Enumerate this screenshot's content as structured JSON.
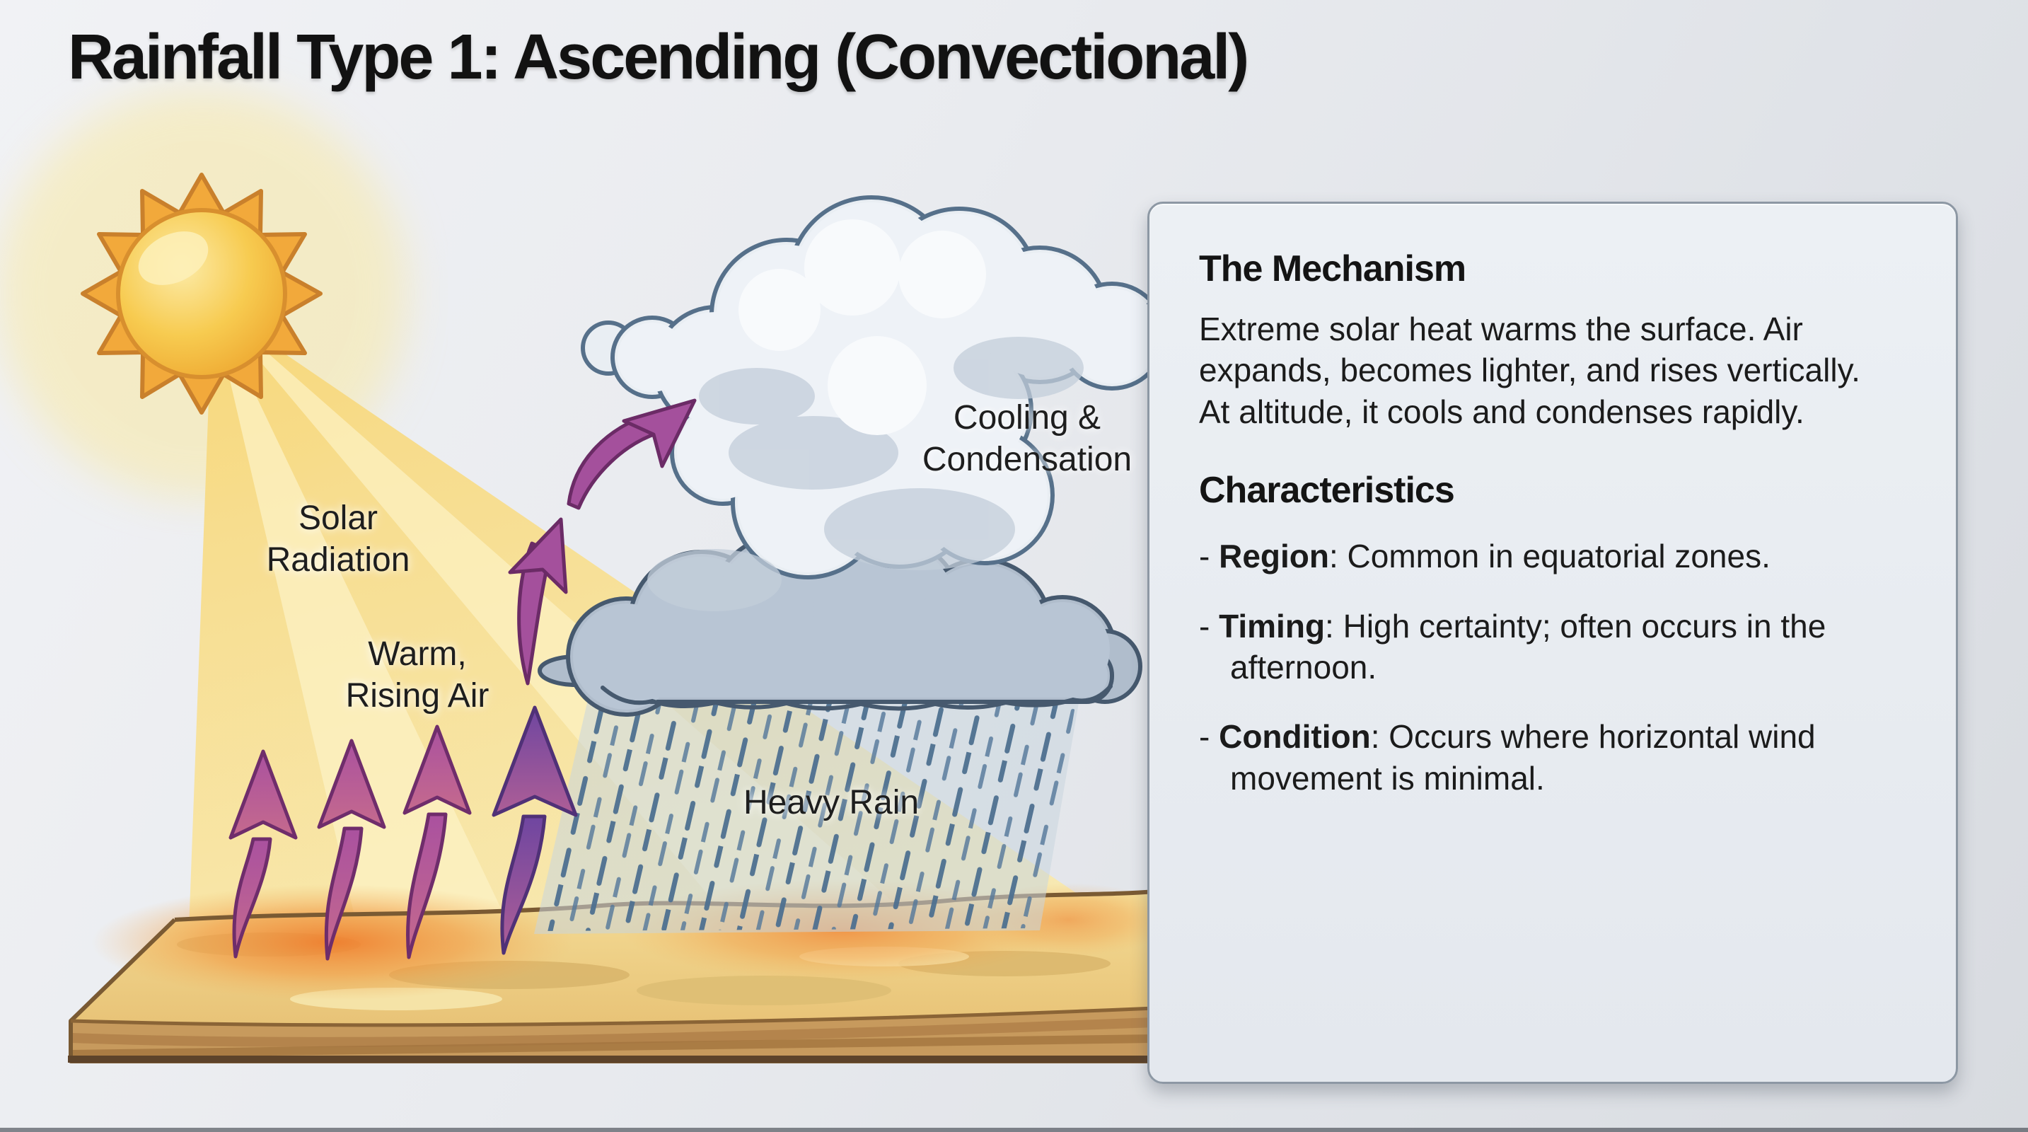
{
  "title": "Rainfall Type 1: Ascending (Convectional)",
  "diagram": {
    "labels": {
      "solar_radiation_line1": "Solar",
      "solar_radiation_line2": "Radiation",
      "warm_rising_line1": "Warm,",
      "warm_rising_line2": "Rising Air",
      "cooling_line1": "Cooling &",
      "cooling_line2": "Condensation",
      "heavy_rain": "Heavy Rain"
    },
    "icons": {
      "sun": "sun-icon",
      "beam": "sunbeam",
      "cloud": "storm-cloud",
      "rain": "heavy-rain-dashes",
      "ground": "heated-ground",
      "arrows": "warm-air-updraft-arrows"
    },
    "colors": {
      "sun_body": "#F6C94E",
      "sun_spikes": "#F2A93B",
      "beam": "#F7DD8C",
      "updraft_pink": "#B05A9E",
      "updraft_purple": "#7E52A8",
      "rain": "#4E7090",
      "ground_sand": "#F0D48C",
      "ground_hot": "#F08A3C",
      "cloud_light": "#EEF2F7",
      "cloud_dark": "#B6C2D1",
      "panel_border": "#8D98A4"
    }
  },
  "panel": {
    "mechanism_title": "The Mechanism",
    "mechanism_text": "Extreme solar heat warms the surface. Air expands, becomes lighter, and rises vertically. At altitude, it cools and condenses rapidly.",
    "characteristics_title": "Characteristics",
    "bullet_prefix": "- ",
    "bullets": [
      {
        "term": "Region",
        "rest": ": Common in equatorial zones."
      },
      {
        "term": "Timing",
        "rest": ": High certainty; often occurs in the afternoon."
      },
      {
        "term": "Condition",
        "rest": ": Occurs where horizontal wind movement is minimal."
      }
    ]
  }
}
